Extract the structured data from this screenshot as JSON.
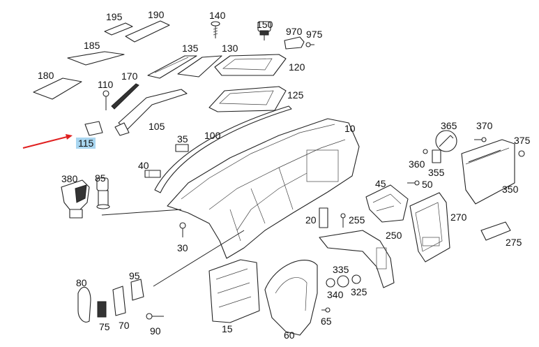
{
  "diagram": {
    "labels": [
      "195",
      "190",
      "140",
      "150",
      "970",
      "975",
      "185",
      "135",
      "130",
      "120",
      "180",
      "110",
      "170",
      "125",
      "105",
      "100",
      "10",
      "35",
      "365",
      "370",
      "375",
      "40",
      "380",
      "85",
      "360",
      "355",
      "350",
      "45",
      "50",
      "20",
      "255",
      "270",
      "30",
      "250",
      "275",
      "95",
      "80",
      "335",
      "340",
      "325",
      "75",
      "70",
      "90",
      "15",
      "65",
      "60"
    ],
    "highlighted": "115",
    "colors": {
      "highlight": "#a9d6f0",
      "arrow": "#e02020",
      "line": "#222222"
    }
  }
}
